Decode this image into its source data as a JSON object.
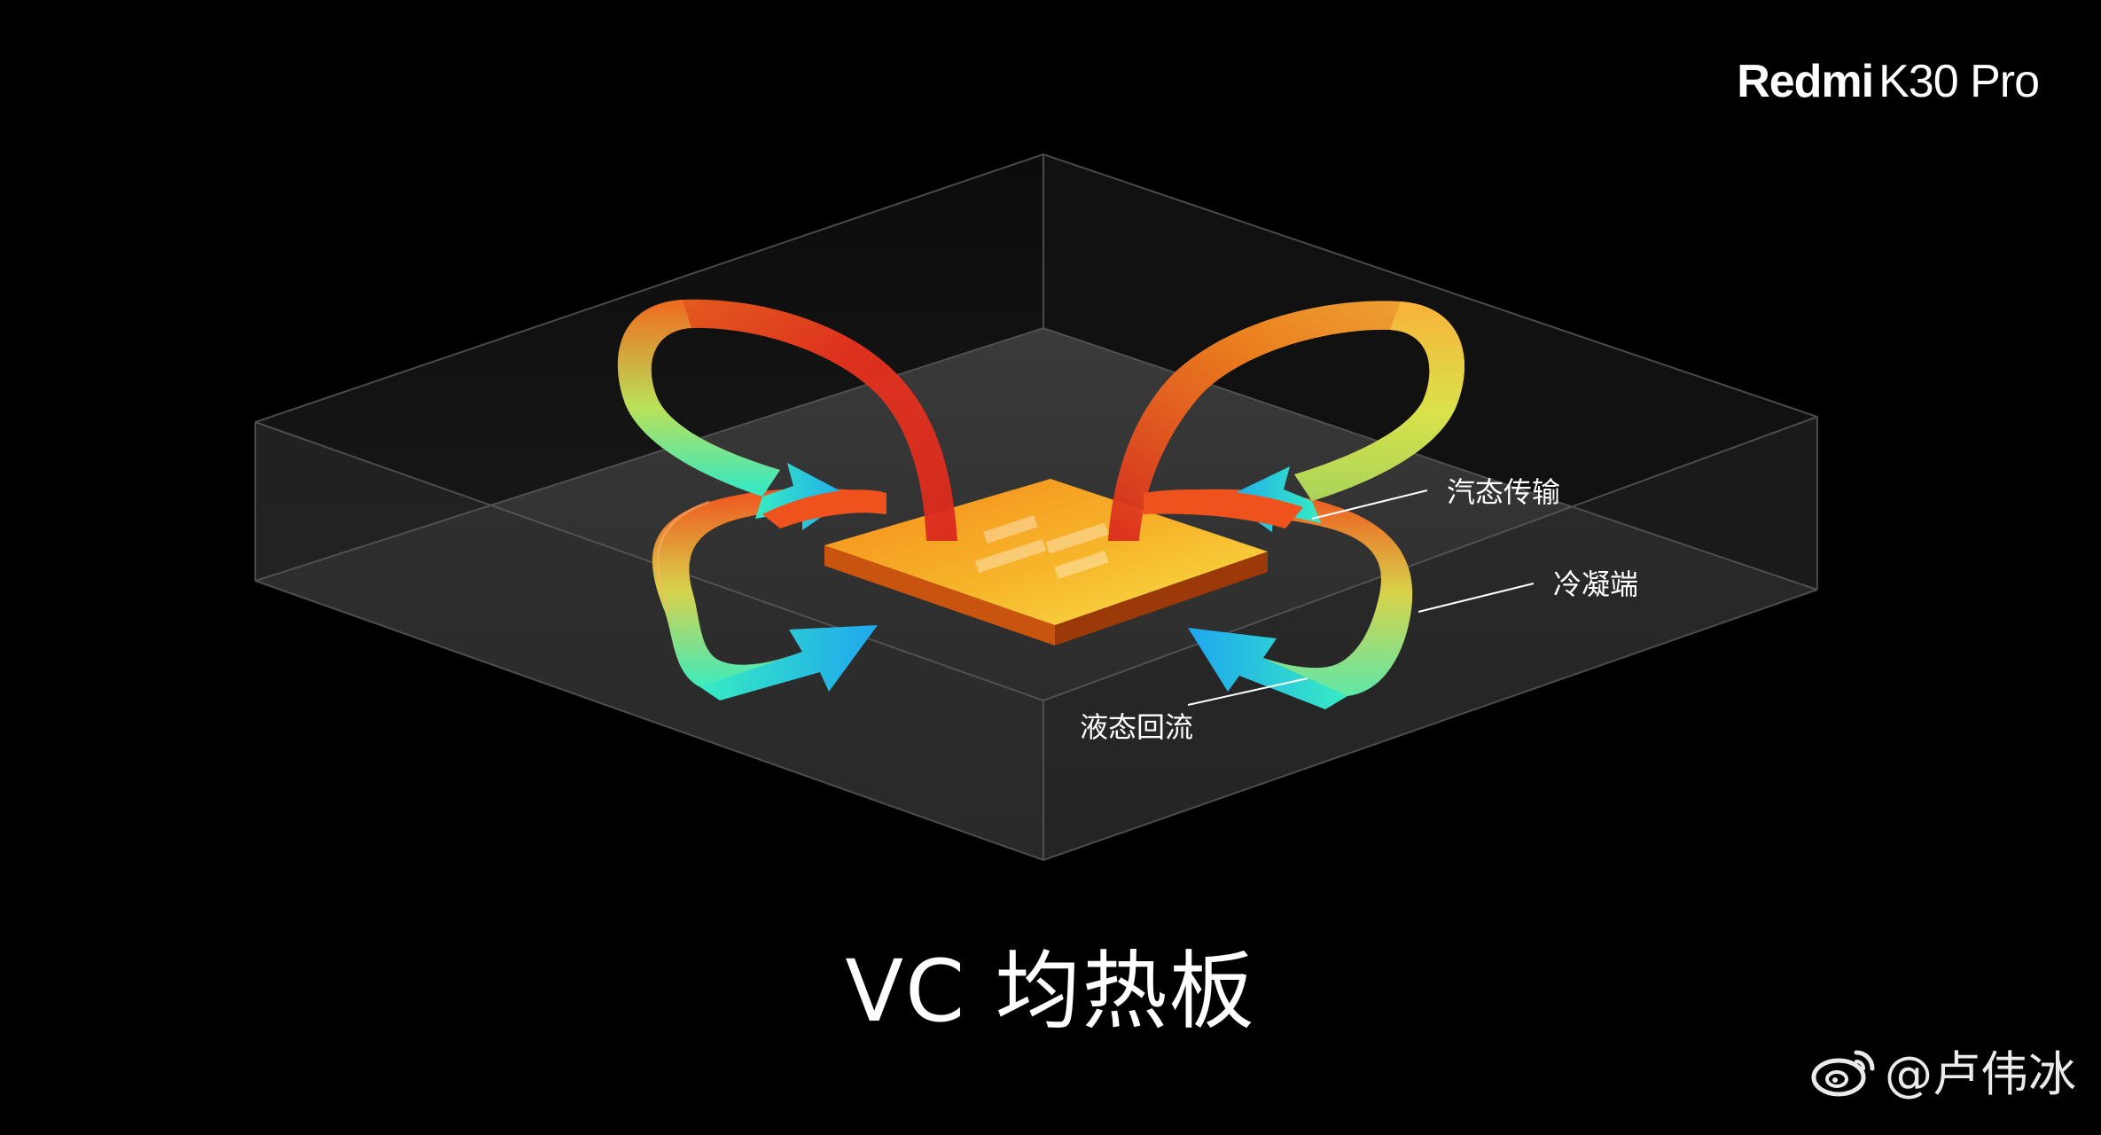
{
  "brand": {
    "name": "Redmi",
    "model": "K30 Pro"
  },
  "title": "VC 均热板",
  "labels": {
    "vapor": "汽态传输",
    "condense": "冷凝端",
    "liquid": "液态回流"
  },
  "watermark": {
    "handle": "@卢伟冰",
    "icon": "weibo-icon"
  },
  "colors": {
    "background": "#000000",
    "chip": "#f39a1c",
    "loop_hot": "#e8331f",
    "loop_warm": "#f79b24",
    "loop_cool": "#2fe0c0",
    "arrow": "#26b4e8"
  }
}
